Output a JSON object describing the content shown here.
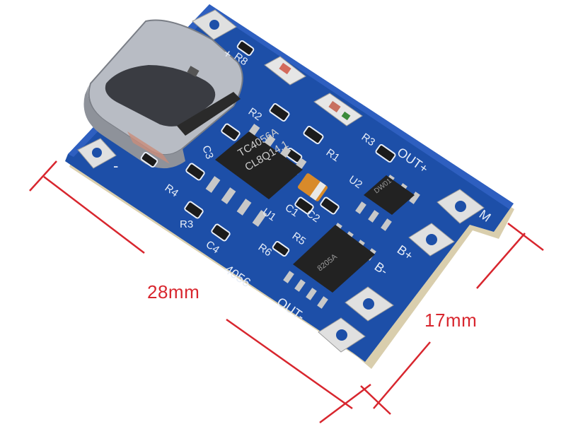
{
  "photo": {
    "subject": "TC4056A lithium battery charging module with USB Type-C connector",
    "colors": {
      "pcb": "#1d4fa8",
      "pcb_dark": "#143a80",
      "silk": "#e8eef8",
      "pad": "#d8d8d8",
      "chip": "#222222",
      "dimension": "#d8262e"
    }
  },
  "dimensions": {
    "width_label": "28mm",
    "height_label": "17mm"
  },
  "silkscreen": {
    "ic_marking_line1": "TC4056A",
    "ic_marking_line2": "CL8Q14.1",
    "module_name": "4056",
    "out_plus": "OUT+",
    "out_minus": "OUT-",
    "b_plus": "B+",
    "b_minus": "B-",
    "minus_sign": "-",
    "plus_sign": "+",
    "m_mark": "M",
    "r8": "R8",
    "r2": "R2",
    "r1": "R1",
    "r3_top": "R3",
    "r4": "R4",
    "r3": "R3",
    "r6": "R6",
    "r5": "R5",
    "c3": "C3",
    "c4": "C4",
    "c1": "C1",
    "c2": "C2",
    "u1": "U1",
    "u2": "U2",
    "u2_marking": "DW01",
    "mosfet_marking": "8205A"
  }
}
